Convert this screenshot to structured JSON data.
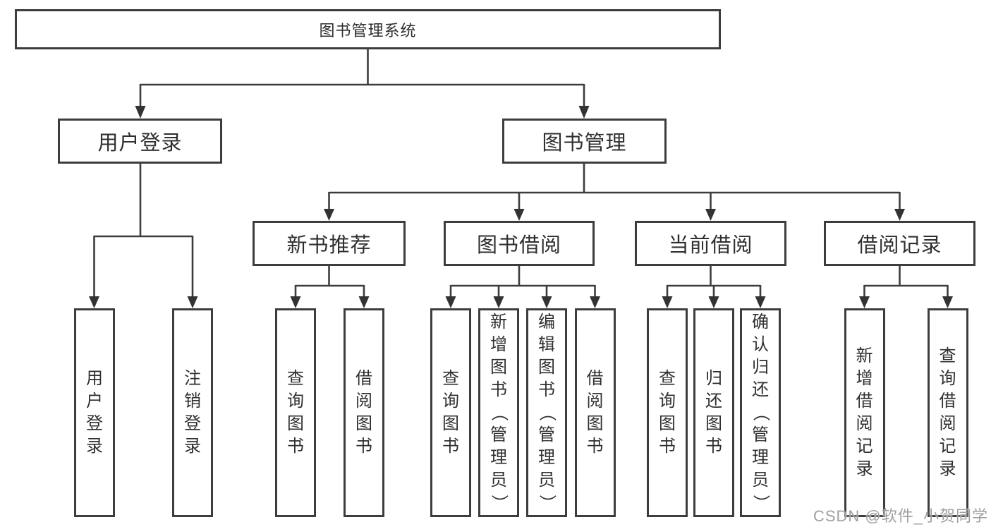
{
  "tree": {
    "root": {
      "label": "图书管理系统"
    },
    "branches": [
      {
        "label": "用户登录",
        "children": [
          {
            "label": "用户登录"
          },
          {
            "label": "注销登录"
          }
        ]
      },
      {
        "label": "图书管理",
        "children": [
          {
            "label": "新书推荐",
            "children": [
              {
                "label": "查询图书"
              },
              {
                "label": "借阅图书"
              }
            ]
          },
          {
            "label": "图书借阅",
            "children": [
              {
                "label": "查询图书"
              },
              {
                "label": "新增图书（管理员）"
              },
              {
                "label": "编辑图书（管理员）"
              },
              {
                "label": "借阅图书"
              }
            ]
          },
          {
            "label": "当前借阅",
            "children": [
              {
                "label": "查询图书"
              },
              {
                "label": "归还图书"
              },
              {
                "label": "确认归还（管理员）"
              }
            ]
          },
          {
            "label": "借阅记录",
            "children": [
              {
                "label": "新增借阅记录"
              },
              {
                "label": "查询借阅记录"
              }
            ]
          }
        ]
      }
    ]
  },
  "watermark": "CSDN @软件_小贺同学",
  "colors": {
    "line": "#3d3d3d",
    "text": "#2f2f2f",
    "background": "#ffffff",
    "watermark": "#9f9f9f"
  }
}
